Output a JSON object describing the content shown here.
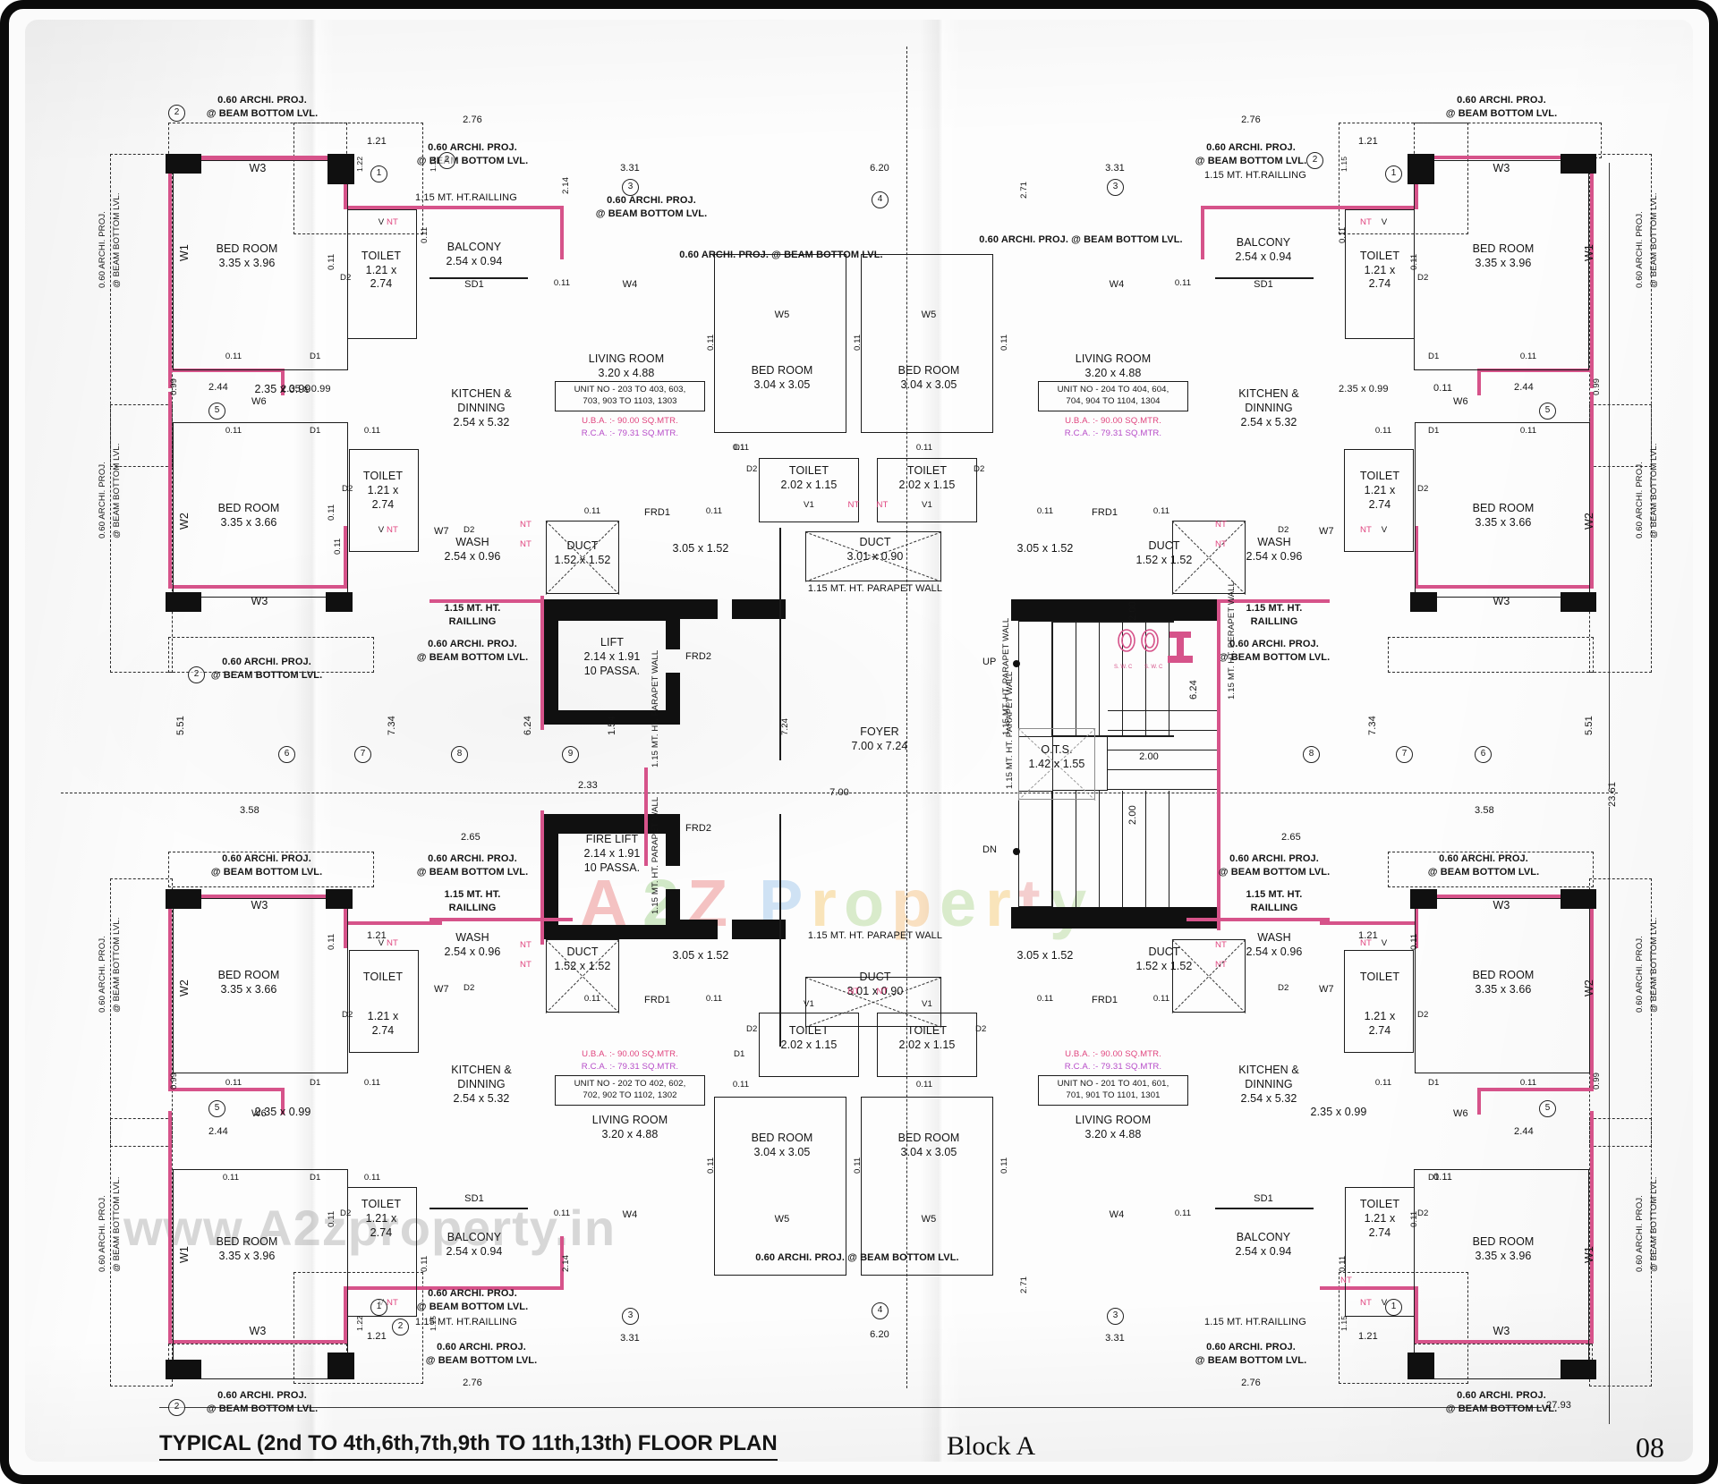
{
  "document": {
    "title": "TYPICAL (2nd TO 4th,6th,7th,9th TO 11th,13th) FLOOR PLAN",
    "block_label": "Block A",
    "page_number": "08",
    "watermark_brand": "A2Z Property",
    "watermark_url": "www.A2zproperty.in"
  },
  "legend": {
    "archi_proj": "0.60 ARCHI. PROJ.",
    "beam_bottom": "@ BEAM BOTTOM LVL.",
    "archi_proj_beam": "0.60 ARCHI. PROJ. @ BEAM BOTTOM LVL.",
    "railing": "1.15 MT. HT.RAILLING",
    "railing_2line_a": "1.15 MT. HT.",
    "railing_2line_b": "RAILLING",
    "parapet_wall": "1.15 MT. HT. PARAPET WALL",
    "parapet_wall_rot": "1.15 MT. HT. PARAPET WALL",
    "perapet_wall_rot": "1.15 MT. HT. PERAPET WALL",
    "nt": "NT",
    "up": "UP",
    "dn": "DN"
  },
  "rooms": {
    "bed_room": "BED ROOM",
    "bed_corner_dim": "3.35 x 3.96",
    "bed_side_dim": "3.35 x 3.66",
    "bed_mid_dim": "3.04 x 3.05",
    "toilet": "TOILET",
    "toilet_small_dim": "1.21 x",
    "toilet_small_dim2": "2.74",
    "toilet_mid_dim": "2.02 x 1.15",
    "balcony": "BALCONY",
    "balcony_dim": "2.54 x 0.94",
    "living_room": "LIVING ROOM",
    "living_dim": "3.20 x 4.88",
    "kitchen": "KITCHEN &",
    "dinning": "DINNING",
    "kitchen_dim": "2.54 x 5.32",
    "wash": "WASH",
    "wash_dim": "2.54 x 0.96",
    "duct": "DUCT",
    "duct_dim_small": "1.52 x 1.52",
    "duct_dim_wide": "3.01 x 0.90",
    "lift": "LIFT",
    "lift_dim": "2.14 x 1.91",
    "lift_cap": "10 PASSA.",
    "fire_lift": "FIRE LIFT",
    "foyer": "FOYER",
    "foyer_dim": "7.00 x 7.24",
    "ots": "O.T.S.",
    "ots_dim": "1.42 x 1.55",
    "passage_dim": "3.05 x 1.52"
  },
  "units": {
    "unit_203": {
      "line1": "UNIT NO - 203 TO 403, 603,",
      "line2": "703, 903 TO 1103, 1303"
    },
    "unit_204": {
      "line1": "UNIT NO - 204 TO 404, 604,",
      "line2": "704, 904 TO 1104, 1304"
    },
    "unit_202": {
      "line1": "UNIT NO - 202 TO 402, 602,",
      "line2": "702, 902 TO 1102, 1302"
    },
    "unit_201": {
      "line1": "UNIT NO - 201 TO 401, 601,",
      "line2": "701, 901 TO 1101, 1301"
    },
    "uba": "U.B.A. :- 90.00 SQ.MTR.",
    "rca": "R.C.A. :- 79.31 SQ.MTR."
  },
  "openings": {
    "w1": "W1",
    "w2": "W2",
    "w3": "W3",
    "w4": "W4",
    "w5": "W5",
    "w6": "W6",
    "w7": "W7",
    "d1": "D1",
    "d2": "D2",
    "v": "V",
    "v1": "V1",
    "sd1": "SD1",
    "frd1": "FRD1",
    "frd2": "FRD2"
  },
  "dimensions": {
    "d_0_11": "0.11",
    "d_0_99": "0.99",
    "d_1_21": "1.21",
    "d_1_22": "1.22",
    "d_1_15": "1.15",
    "d_1_54": "1.54",
    "d_2_00": "2.00",
    "d_2_14": "2.14",
    "d_2_33": "2.33",
    "d_2_35x0_99": "2.35 x 0.99",
    "d_2_44": "2.44",
    "d_2_54": "2.54",
    "d_2_65": "2.65",
    "d_2_71": "2.71",
    "d_2_76": "2.76",
    "d_3_31": "3.31",
    "d_3_58": "3.58",
    "d_5_51": "5.51",
    "d_6_20": "6.20",
    "d_6_24": "6.24",
    "d_7_00": "7.00",
    "d_7_24": "7.24",
    "d_7_34": "7.34",
    "d_23_61": "23.61",
    "d_27_93": "27.93"
  },
  "grid_marks": [
    "1",
    "2",
    "3",
    "4",
    "5",
    "6",
    "7",
    "8",
    "9"
  ]
}
